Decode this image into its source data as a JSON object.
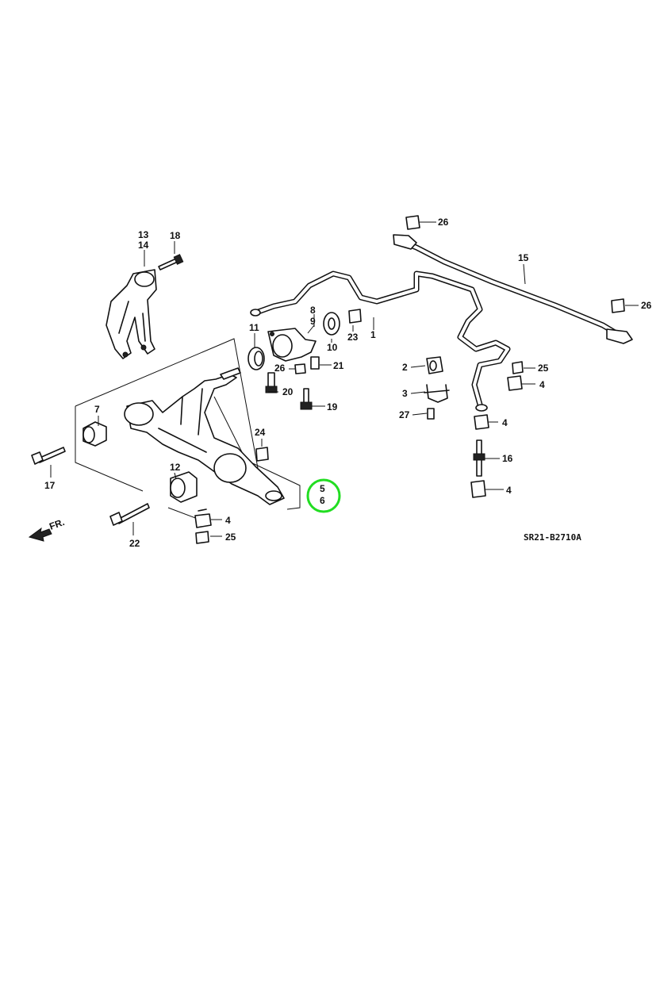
{
  "diagram": {
    "code": "SR21-B2710A",
    "front_label": "FR.",
    "highlight_color": "#22dd22",
    "labels": {
      "p1": "1",
      "p2": "2",
      "p3": "3",
      "p4a": "4",
      "p4b": "4",
      "p4c": "4",
      "p4d": "4",
      "p5": "5",
      "p6": "6",
      "p7": "7",
      "p8": "8",
      "p9": "9",
      "p10": "10",
      "p11": "11",
      "p12": "12",
      "p13": "13",
      "p14": "14",
      "p15": "15",
      "p16": "16",
      "p17": "17",
      "p18": "18",
      "p19": "19",
      "p20": "20",
      "p21": "21",
      "p22": "22",
      "p23": "23",
      "p24": "24",
      "p25a": "25",
      "p25b": "25",
      "p26a": "26",
      "p26b": "26",
      "p26c": "26",
      "p27": "27"
    }
  }
}
